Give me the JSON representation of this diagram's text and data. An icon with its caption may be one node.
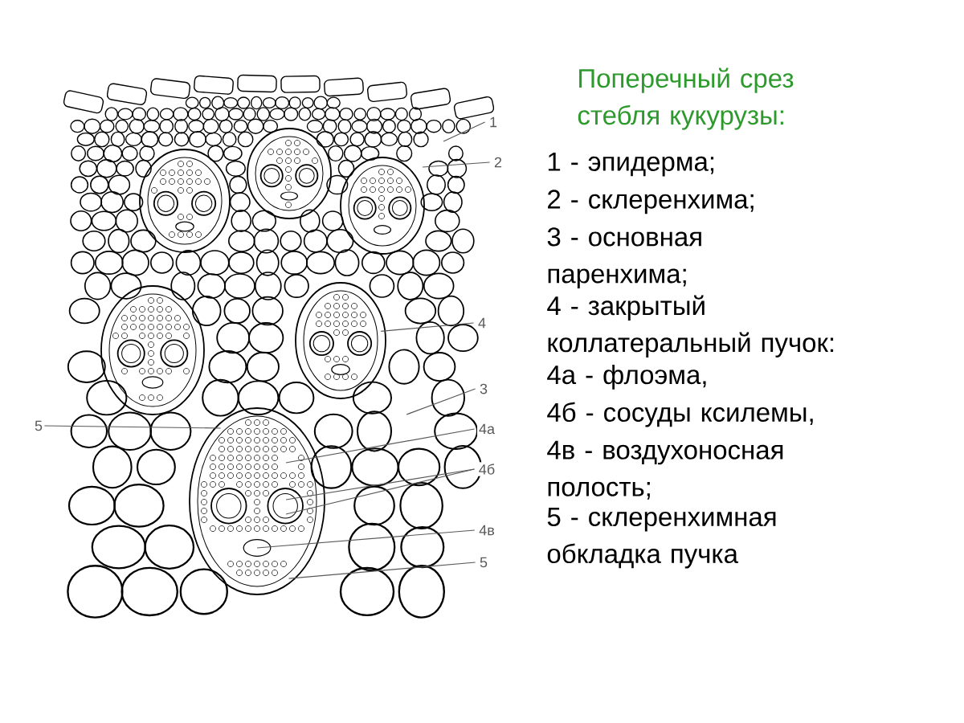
{
  "diagram": {
    "title": "Поперечный срез стебля кукурузы:",
    "nodes": [
      {
        "text": [
          "1"
        ]
      },
      {
        "text": [
          "2"
        ]
      },
      {
        "text": [
          "4"
        ]
      },
      {
        "text": [
          "3"
        ]
      },
      {
        "text": [
          "5"
        ]
      },
      {
        "text": [
          "4а"
        ]
      },
      {
        "text": [
          "4б"
        ]
      },
      {
        "text": [
          "4в"
        ]
      },
      {
        "text": [
          "5"
        ]
      }
    ],
    "edges": [
      {
        "from": 0,
        "to": null,
        "arrow": "none"
      },
      {
        "from": 1,
        "to": null,
        "arrow": "none"
      },
      {
        "from": 2,
        "to": null,
        "arrow": "none"
      },
      {
        "from": 3,
        "to": null,
        "arrow": "none"
      },
      {
        "from": 4,
        "to": null,
        "arrow": "none"
      },
      {
        "from": 5,
        "to": null,
        "arrow": "none"
      },
      {
        "from": 6,
        "to": null,
        "arrow": "none"
      },
      {
        "from": 6,
        "to": null,
        "arrow": "none"
      },
      {
        "from": 7,
        "to": null,
        "arrow": "none"
      },
      {
        "from": 8,
        "to": null,
        "arrow": "none"
      }
    ],
    "labels": [
      "1 - эпидерма;",
      "2 - склеренхима;",
      "3 - основная паренхима;",
      "4 - закрытый коллатеральный пучок:",
      "4а - флоэма,",
      "4б - сосуды ксилемы,",
      "4в - воздухоносная полость;",
      "5 - склеренхимная обкладка пучка"
    ]
  }
}
